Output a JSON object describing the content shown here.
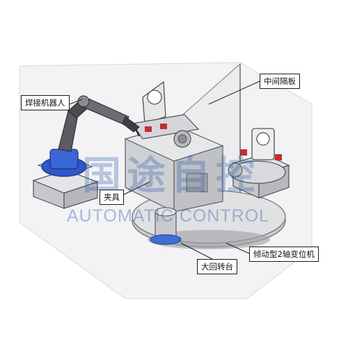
{
  "labels": {
    "robot": "焊接机器人",
    "partition": "中间隔板",
    "fixture": "夹具",
    "positioner": "倾动型2轴变位机",
    "turntable": "大回转台"
  },
  "watermark": {
    "chinese": "国途自控",
    "english": "AUTOMATIC CONTROL"
  },
  "colors": {
    "background": "#ffffff",
    "machine_body": "#d9dadd",
    "machine_shadow": "#a9abb0",
    "robot_blue": "#2f57c8",
    "partition": "#ececee",
    "watermark": "#285aaf"
  }
}
